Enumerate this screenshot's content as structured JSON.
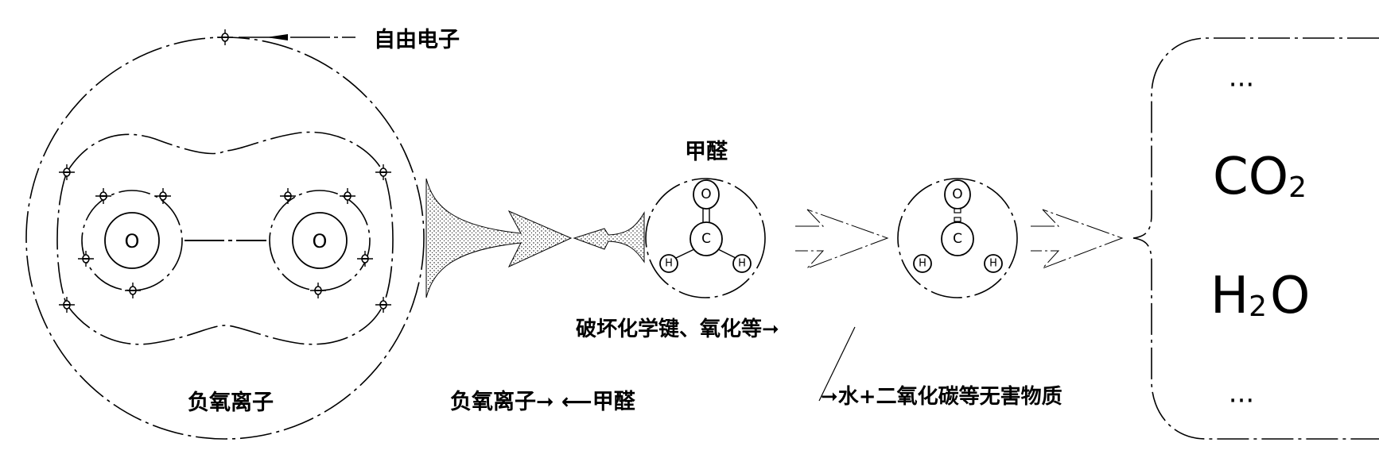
{
  "labels": {
    "free_electron": "自由电子",
    "negative_oxygen_ion": "负氧离子",
    "formaldehyde": "甲醛",
    "reaction": "负氧离子➞ ⟵甲醛",
    "break_bonds": "破坏化学键、氧化等➞",
    "products_text": "➞水+二氧化碳等无害物质"
  },
  "atoms": {
    "oxygen": "O",
    "carbon": "C",
    "hydrogen": "H"
  },
  "products": {
    "ellipsis_top": "···",
    "co2_main": "CO",
    "co2_sub": "2",
    "h2o_h": "H",
    "h2o_sub": "2",
    "h2o_o": "O",
    "ellipsis_bottom": "···"
  },
  "colors": {
    "line": "#000000",
    "background": "#ffffff"
  }
}
